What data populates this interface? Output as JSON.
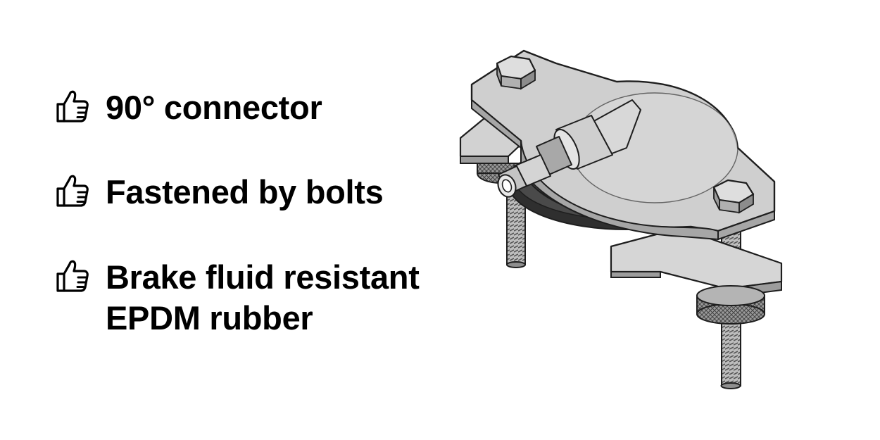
{
  "features": [
    {
      "icon": "thumbs-up-icon",
      "text": "90° connector"
    },
    {
      "icon": "thumbs-up-icon",
      "text": "Fastened by bolts"
    },
    {
      "icon": "thumbs-up-icon",
      "text": "Brake fluid resistant\nEPDM rubber"
    }
  ],
  "illustration": {
    "subject": "clamp-fitting-assembly",
    "colors": {
      "metal": "#c9c9c9",
      "metal_light": "#dcdcdc",
      "metal_dark": "#8f8f8f",
      "rubber": "#3a3a3a",
      "outline": "#1e1e1e"
    }
  }
}
